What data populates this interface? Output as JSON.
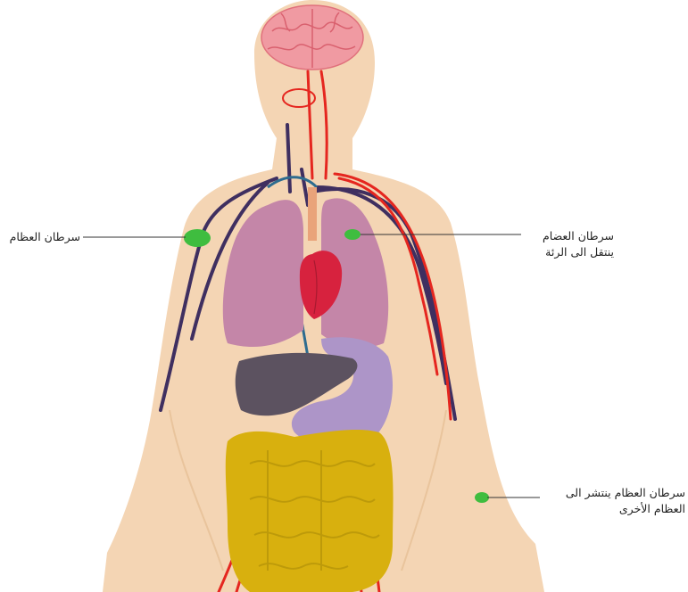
{
  "callouts": {
    "bone_cancer_left": "سرطان العظام",
    "lung_spread": {
      "line1": "سرطان العضام",
      "line2": "ينتقل الى الرئة"
    },
    "bone_spread": {
      "line1": "سرطان العظام ينتشر الى",
      "line2": "العظام الأخرى"
    }
  },
  "colors": {
    "skin": "#f4d5b4",
    "brain": "#f09aa2",
    "lungs": "#c486a8",
    "heart": "#d7223e",
    "liver": "#5c5260",
    "stomach": "#ad95c8",
    "intestines": "#d8b00e",
    "artery": "#e5261f",
    "vein": "#3f2f60",
    "tumor": "#3fbd3f"
  }
}
